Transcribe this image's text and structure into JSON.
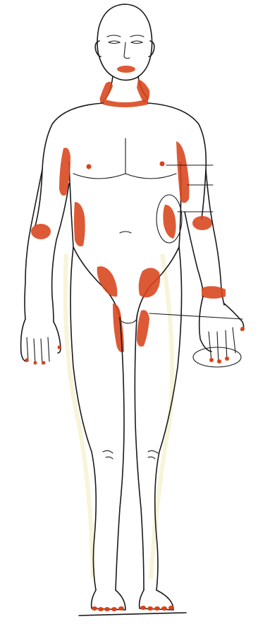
{
  "figure": {
    "subject": "front-view-body-outline",
    "marking_color": "#d8431a",
    "line_color": "#1a1a1a",
    "background_color": "#ffffff",
    "marked_regions": [
      "mouth",
      "neck",
      "left-upper-arm",
      "right-upper-arm",
      "right-chest-side",
      "left-chest-side",
      "left-elbow",
      "right-elbow",
      "right-wrist",
      "left-groin",
      "right-groin",
      "left-fingertips",
      "right-fingertips",
      "toes"
    ]
  }
}
